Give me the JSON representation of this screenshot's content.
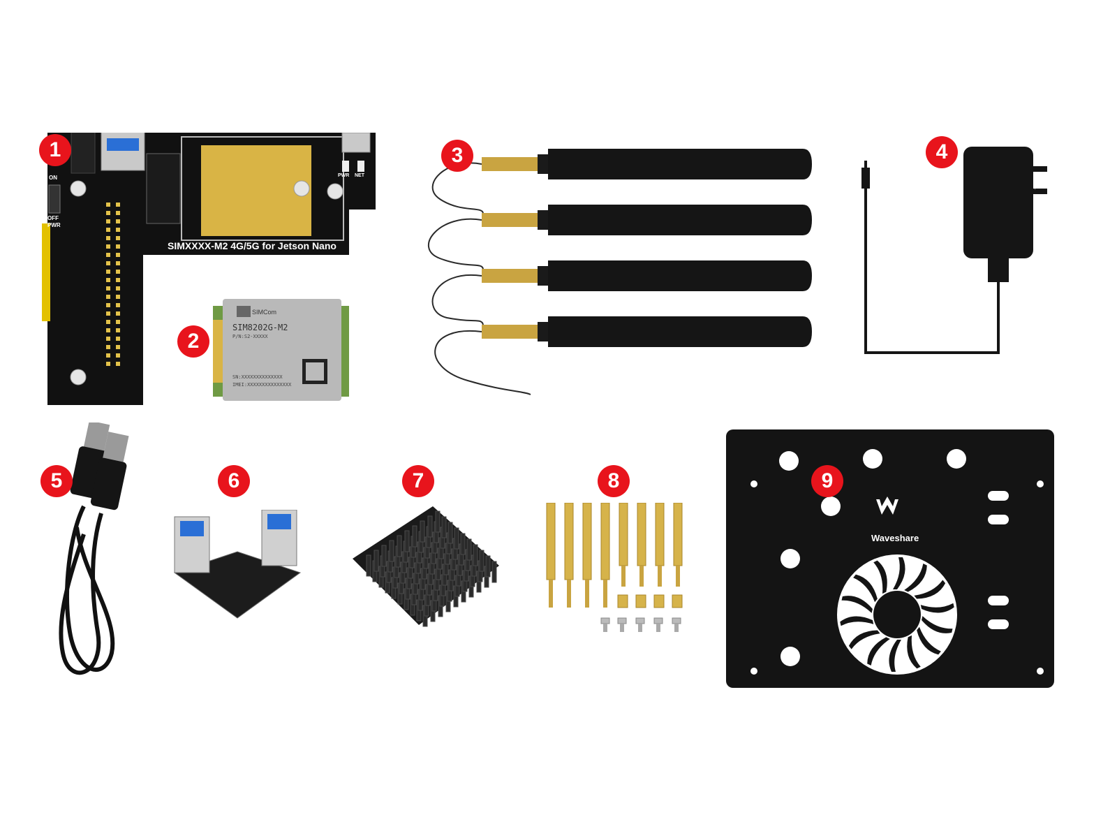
{
  "items": [
    {
      "number": "1",
      "name": "SIMXXXX-M2 4G/5G for Jetson Nano",
      "board_label": "SIMXXXX-M2 4G/5G for Jetson Nano",
      "pin_labels": {
        "on": "ON",
        "off": "OFF",
        "pwr": "PWR",
        "led_pwr": "PWR",
        "led_net": "NET"
      }
    },
    {
      "number": "2",
      "name": "SIM8202G-M2 module",
      "brand": "SIMCom",
      "model": "SIM8202G-M2",
      "pn": "P/N:S2-XXXXX",
      "sn": "SN:XXXXXXXXXXXXXX",
      "imei": "IMEI:XXXXXXXXXXXXXXX"
    },
    {
      "number": "3",
      "name": "antennas"
    },
    {
      "number": "4",
      "name": "power adapter"
    },
    {
      "number": "5",
      "name": "USB cable"
    },
    {
      "number": "6",
      "name": "USB adapter"
    },
    {
      "number": "7",
      "name": "heatsink"
    },
    {
      "number": "8",
      "name": "standoffs and screws"
    },
    {
      "number": "9",
      "name": "fan plate",
      "brand": "Waveshare"
    }
  ],
  "colors": {
    "badge": "#e8141c",
    "pcb": "#111111",
    "gold": "#d9b445",
    "module": "#b9b9b9",
    "usb_blue": "#2a6fd6"
  }
}
